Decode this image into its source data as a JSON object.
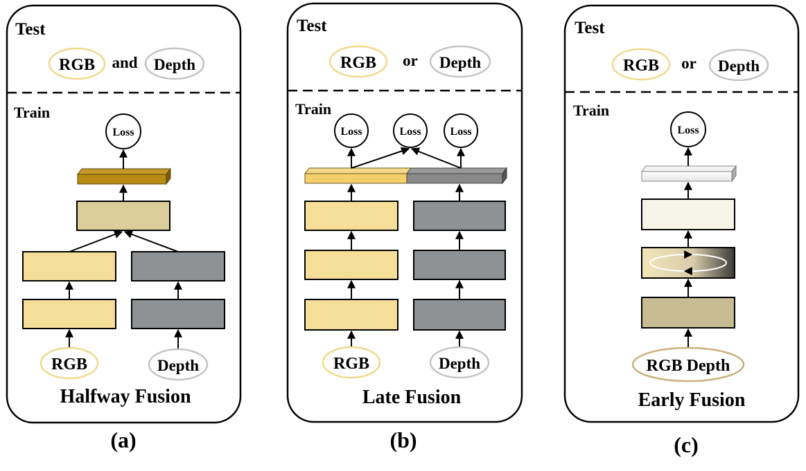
{
  "colors": {
    "rgb_block": "#f5df98",
    "depth_block": "#8f9294",
    "fused_block": "#dccd9c",
    "rgb_ellipse_border": "#f0d98c",
    "depth_ellipse_border": "#c4c4c4",
    "gold_bar_top": "#c49a2a",
    "gold_bar_front": "#b68a14",
    "gold_bar_side": "#7a5c08",
    "late_bar_left": "#f5cf6c",
    "late_bar_right": "#8a8a8a",
    "early_block_bottom": "#c6bb92",
    "early_ellipse_border": "#c9b07c"
  },
  "panels": [
    {
      "test_title": "Test",
      "input_left": "RGB",
      "connector": "and",
      "input_right": "Depth",
      "train_title": "Train",
      "loss_labels": [
        "Loss"
      ],
      "bottom_left": "RGB",
      "bottom_right": "Depth",
      "caption": "Halfway Fusion",
      "label": "(a)"
    },
    {
      "test_title": "Test",
      "input_left": "RGB",
      "connector": "or",
      "input_right": "Depth",
      "train_title": "Train",
      "loss_labels": [
        "Loss",
        "Loss",
        "Loss"
      ],
      "bottom_left": "RGB",
      "bottom_right": "Depth",
      "caption": "Late Fusion",
      "label": "(b)"
    },
    {
      "test_title": "Test",
      "input_left": "RGB",
      "connector": "or",
      "input_right": "Depth",
      "train_title": "Train",
      "loss_labels": [
        "Loss"
      ],
      "bottom_input": "RGB Depth",
      "caption": "Early Fusion",
      "label": "(c)"
    }
  ]
}
